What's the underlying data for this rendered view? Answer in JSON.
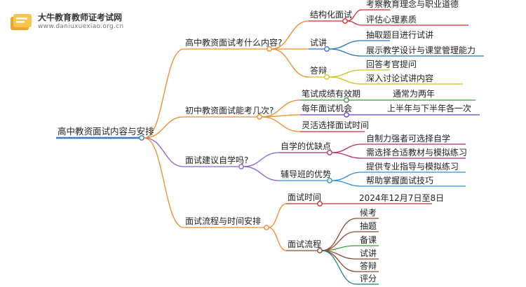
{
  "brand": {
    "name": "大牛教育教师证考试网",
    "url": "www.daniuxuexiao.org.cn"
  },
  "colors": {
    "root": "#3a77c6",
    "b1": "#f08a24",
    "b2": "#8a5fd0",
    "c_struct": "#d42a2a",
    "c_try": "#2b76c2",
    "c_def": "#cfc420",
    "c_written": "#3f9a37",
    "c_yearly": "#6a3fc1",
    "c_flex": "#d42a2a",
    "c_self": "#b02e66",
    "c_tutor": "#2c8fd4",
    "c_time": "#c6322a",
    "c_proc": "#8f4a2a",
    "c_step2": "#3f9a37",
    "c_step5": "#1f7a8c"
  },
  "tree": {
    "root": "高中教资面试内容与安排",
    "branches": [
      {
        "label": "高中教资面试考什么内容?",
        "children": [
          {
            "label": "结构化面试",
            "children": [
              "考察教育理念与职业道德",
              "评估心理素质"
            ]
          },
          {
            "label": "试讲",
            "children": [
              "抽取题目进行试讲",
              "展示教学设计与课堂管理能力"
            ]
          },
          {
            "label": "答辩",
            "children": [
              "回答考官提问",
              "深入讨论试讲内容"
            ]
          }
        ]
      },
      {
        "label": "初中教资面试能考几次?",
        "children": [
          {
            "label": "笔试成绩有效期",
            "children": [
              "通常为两年"
            ]
          },
          {
            "label": "每年面试机会",
            "children": [
              "上半年与下半年各一次"
            ]
          },
          {
            "label": "灵活选择面试时间",
            "children": []
          }
        ]
      },
      {
        "label": "面试建议自学吗?",
        "children": [
          {
            "label": "自学的优缺点",
            "children": [
              "自制力强者可选择自学",
              "需选择合适教材与模拟练习"
            ]
          },
          {
            "label": "辅导班的优势",
            "children": [
              "提供专业指导与模拟练习",
              "帮助掌握面试技巧"
            ]
          }
        ]
      },
      {
        "label": "面试流程与时间安排",
        "children": [
          {
            "label": "面试时间",
            "children": [
              "2024年12月7日至8日"
            ]
          },
          {
            "label": "面试流程",
            "children": [
              "候考",
              "抽题",
              "备课",
              "试讲",
              "答辩",
              "评分"
            ]
          }
        ]
      }
    ]
  }
}
